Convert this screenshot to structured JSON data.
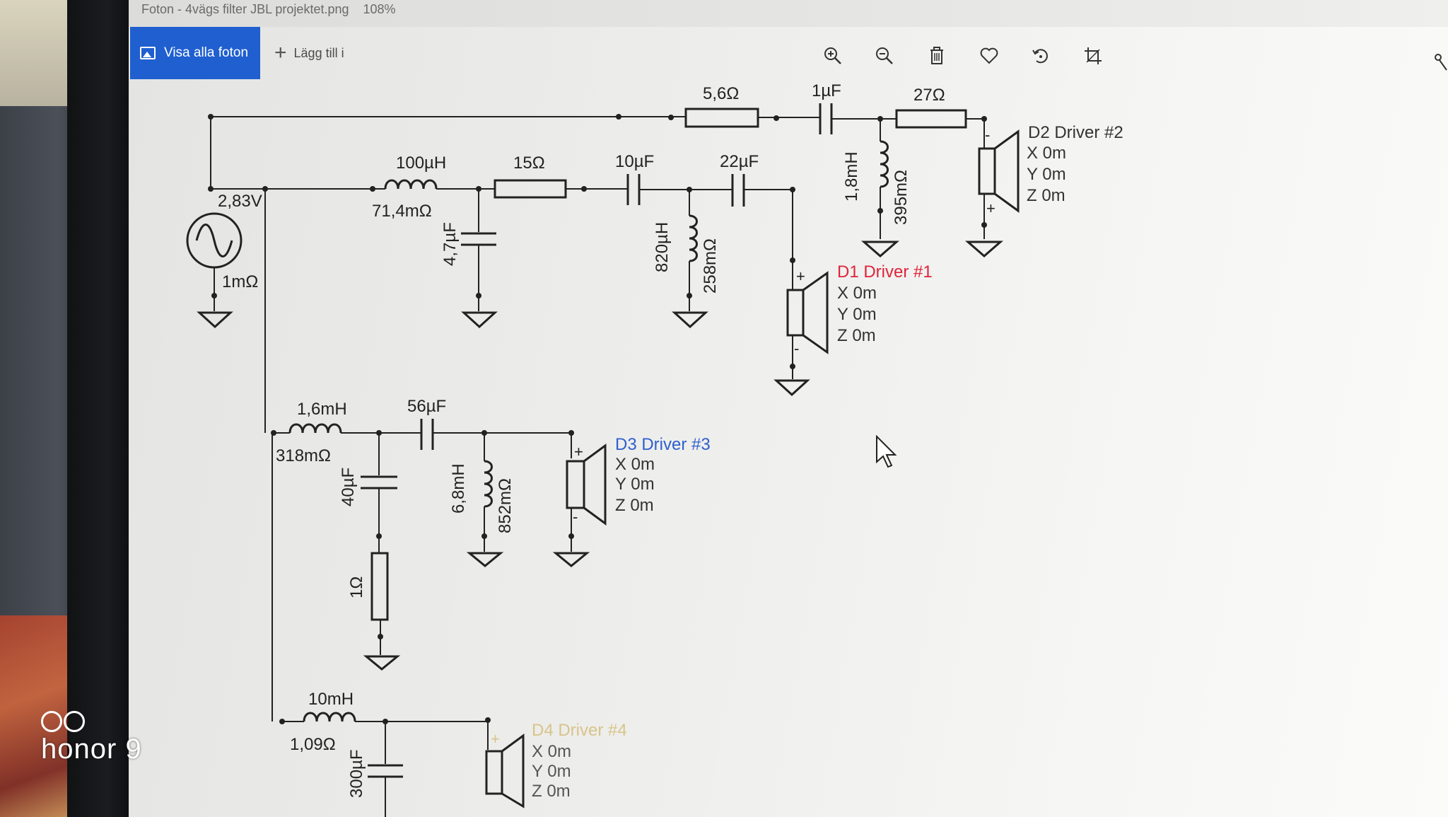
{
  "window": {
    "title": "Foton - 4vägs filter JBL projektet.png",
    "zoom": "108%"
  },
  "toolbar": {
    "view_all_label": "Visa alla foton",
    "add_to_label": "Lägg till i",
    "icons": [
      "zoom-in-icon",
      "zoom-out-icon",
      "trash-icon",
      "heart-icon",
      "rotate-icon",
      "crop-icon",
      "edit-icon"
    ]
  },
  "schematic": {
    "source": {
      "voltage": "2,83V",
      "resistance": "1mΩ"
    },
    "top_branch": {
      "resistor_series": "5,6Ω",
      "capacitor": "1µF",
      "resistor_out": "27Ω",
      "inductor_shunt": "1,8mH",
      "inductor_shunt_res": "395mΩ"
    },
    "tweeter_branch": {
      "inductor": "100µH",
      "inductor_res": "71,4mΩ",
      "capacitor_shunt": "4,7µF",
      "resistor": "15Ω",
      "capacitor_1": "10µF",
      "capacitor_2": "22µF",
      "inductor_shunt": "820µH",
      "inductor_shunt_res": "258mΩ"
    },
    "mid_branch": {
      "inductor": "1,6mH",
      "inductor_res": "318mΩ",
      "capacitor": "56µF",
      "capacitor_shunt": "40µF",
      "resistor_shunt": "1Ω",
      "inductor_shunt": "6,8mH",
      "inductor_shunt_res": "852mΩ"
    },
    "bass_branch": {
      "inductor": "10mH",
      "inductor_res": "1,09Ω",
      "capacitor_shunt": "300µF"
    },
    "drivers": [
      {
        "name": "D1 Driver #1",
        "x": "X 0m",
        "y": "Y 0m",
        "z": "Z 0m",
        "color": "#e0233b"
      },
      {
        "name": "D2 Driver #2",
        "x": "X 0m",
        "y": "Y 0m",
        "z": "Z 0m",
        "color": "#333333"
      },
      {
        "name": "D3 Driver #3",
        "x": "X 0m",
        "y": "Y 0m",
        "z": "Z 0m",
        "color": "#2f5fcf"
      },
      {
        "name": "D4 Driver #4",
        "x": "X 0m",
        "y": "Y 0m",
        "z": "Z 0m",
        "color": "#d8c48a"
      }
    ]
  },
  "watermark": {
    "brand": "honor",
    "model": "9"
  }
}
